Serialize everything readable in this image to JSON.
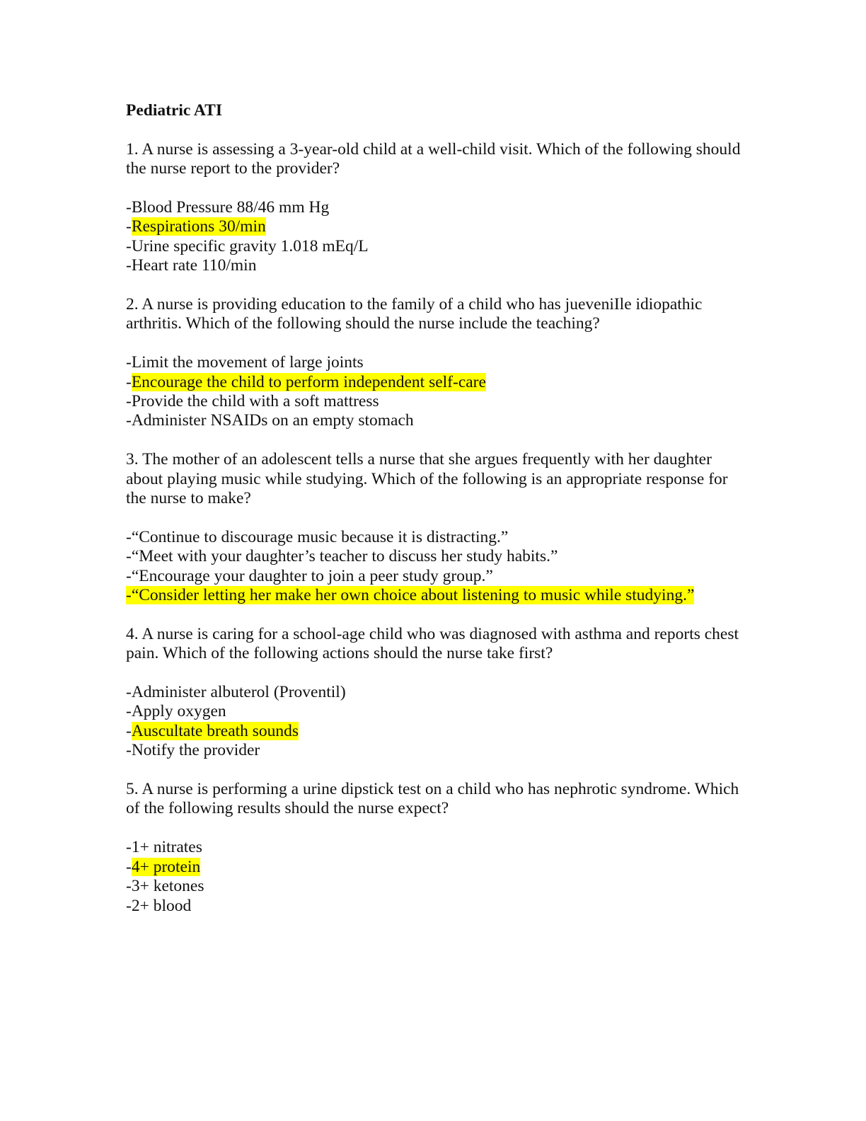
{
  "document": {
    "title": "Pediatric ATI",
    "highlight_color": "#ffff00",
    "questions": [
      {
        "text": "1. A nurse is assessing a 3-year-old child at a well-child visit. Which of the following should the nurse report to the provider?",
        "options": [
          {
            "prefix": "-",
            "text": "Blood Pressure 88/46 mm Hg",
            "highlighted": false
          },
          {
            "prefix": "-",
            "text": "Respirations 30/min",
            "highlighted": true
          },
          {
            "prefix": "-",
            "text": "Urine specific gravity 1.018 mEq/L",
            "highlighted": false
          },
          {
            "prefix": "-",
            "text": "Heart rate 110/min",
            "highlighted": false
          }
        ]
      },
      {
        "text": "2. A nurse is providing education to the family of a child who has jueveniIle idiopathic arthritis. Which of the following should the nurse include the teaching?",
        "options": [
          {
            "prefix": "-",
            "text": "Limit the movement of large joints",
            "highlighted": false
          },
          {
            "prefix": "-",
            "text": "Encourage the child to perform independent self-care",
            "highlighted": true
          },
          {
            "prefix": "-",
            "text": "Provide the child with a soft mattress",
            "highlighted": false
          },
          {
            "prefix": "-",
            "text": "Administer NSAIDs on an empty stomach",
            "highlighted": false
          }
        ]
      },
      {
        "text": "3. The mother of an adolescent tells a nurse that she argues frequently with her daughter about playing music while studying. Which of the following is an appropriate response for the nurse to make?",
        "options": [
          {
            "prefix": "-",
            "text": "“Continue to discourage music because it is distracting.”",
            "highlighted": false
          },
          {
            "prefix": "-",
            "text": "“Meet with your daughter’s teacher to discuss her study habits.”",
            "highlighted": false
          },
          {
            "prefix": "-",
            "text": "“Encourage your daughter to join a peer study group.”",
            "highlighted": false
          },
          {
            "prefix": "-",
            "text": "“Consider letting her make her own choice about listening to music while studying.”",
            "highlighted": true,
            "highlight_prefix": true
          }
        ]
      },
      {
        "text": "4. A nurse is caring for a school-age child who was diagnosed with asthma and reports chest pain. Which of the following actions should the nurse take first?",
        "options": [
          {
            "prefix": "-",
            "text": "Administer albuterol (Proventil)",
            "highlighted": false
          },
          {
            "prefix": "-",
            "text": "Apply oxygen",
            "highlighted": false
          },
          {
            "prefix": "-",
            "text": "Auscultate breath sounds",
            "highlighted": true
          },
          {
            "prefix": "-",
            "text": "Notify the provider",
            "highlighted": false
          }
        ]
      },
      {
        "text": "5. A nurse is performing a urine dipstick test on a child who has nephrotic syndrome. Which of the following results should the nurse expect?",
        "options": [
          {
            "prefix": "-",
            "text": "1+ nitrates",
            "highlighted": false
          },
          {
            "prefix": "-",
            "text": "4+ protein",
            "highlighted": true
          },
          {
            "prefix": "-",
            "text": "3+ ketones",
            "highlighted": false
          },
          {
            "prefix": "-",
            "text": "2+ blood",
            "highlighted": false
          }
        ]
      }
    ]
  }
}
